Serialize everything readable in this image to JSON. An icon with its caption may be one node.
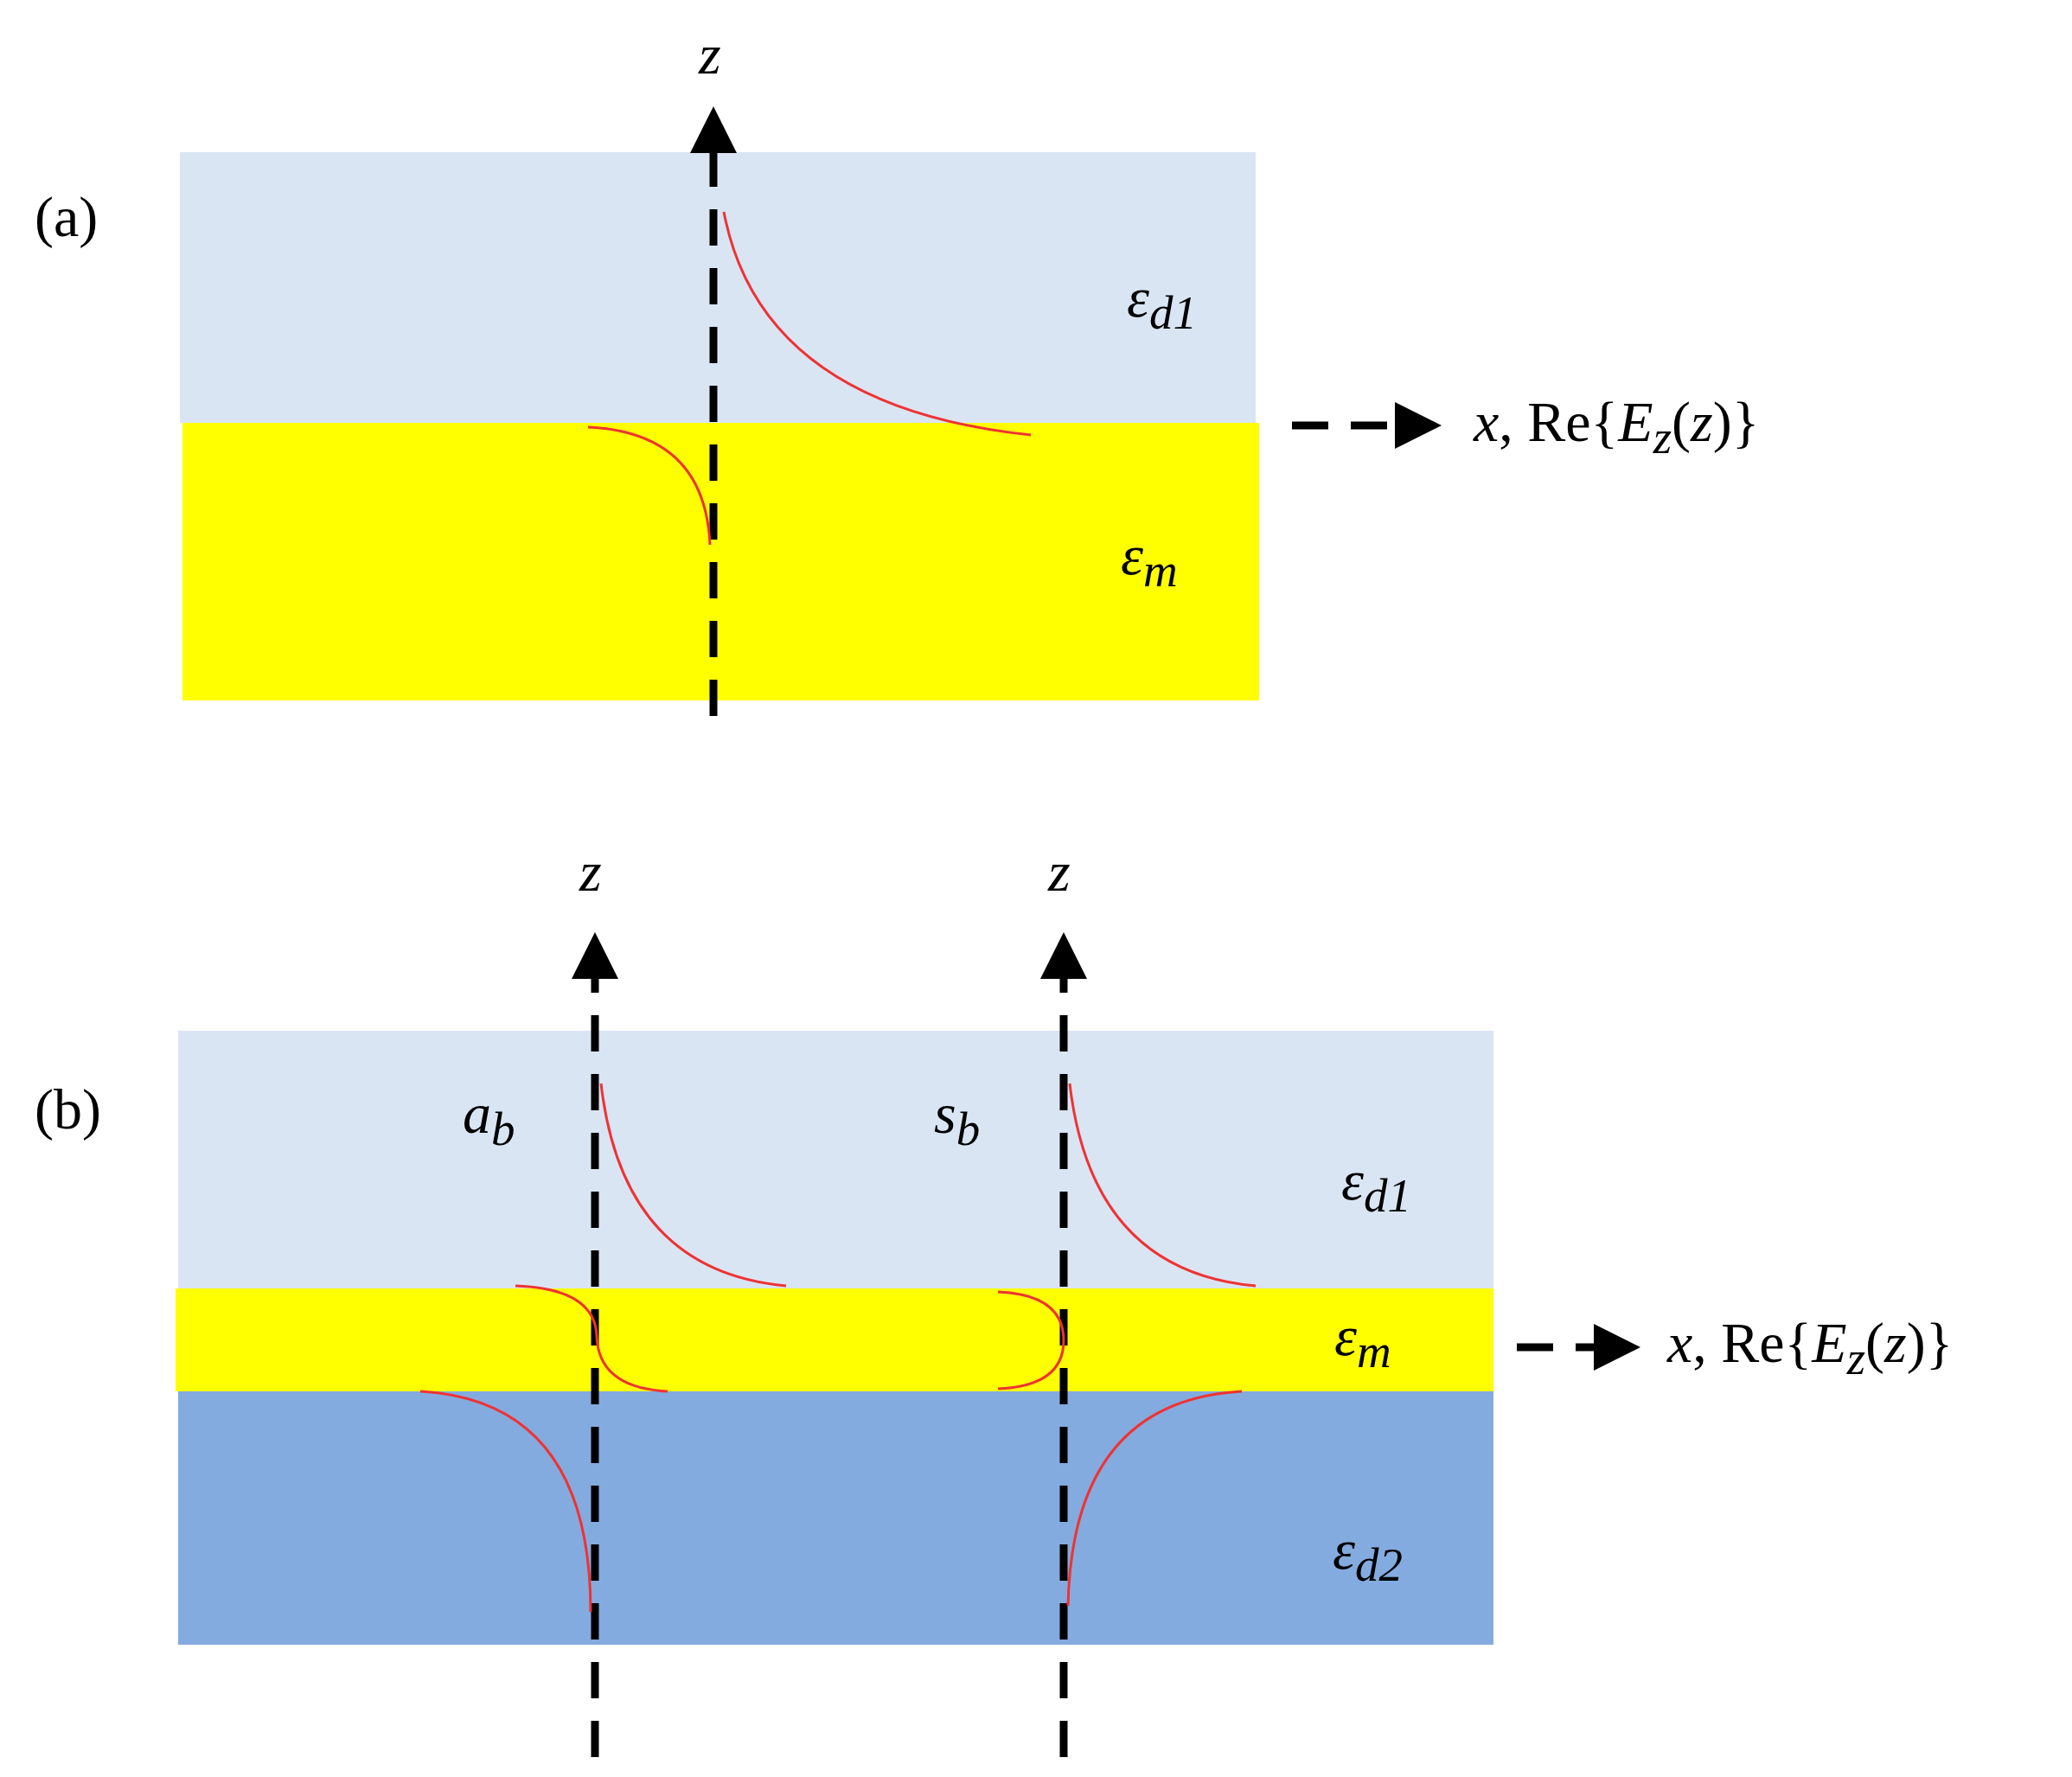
{
  "diagram": {
    "nodes": [
      {
        "text": [
          "ε$_{d1}$"
        ]
      },
      {
        "text": [
          "ε$_{m}$"
        ]
      },
      {
        "text": [
          "ε$_{d1}$"
        ]
      },
      {
        "text": [
          "ε$_{m}$"
        ]
      },
      {
        "text": [
          "ε$_{d2}$"
        ]
      }
    ],
    "labels": [
      "z",
      "(a)",
      "*x*, Re{*E*$_{z}$(*z*)}",
      "z",
      "z",
      "(b)",
      "a$_{b}$",
      "s$_{b}$",
      "*x*, Re{*E*$_{z}$(*z*)}"
    ]
  }
}
